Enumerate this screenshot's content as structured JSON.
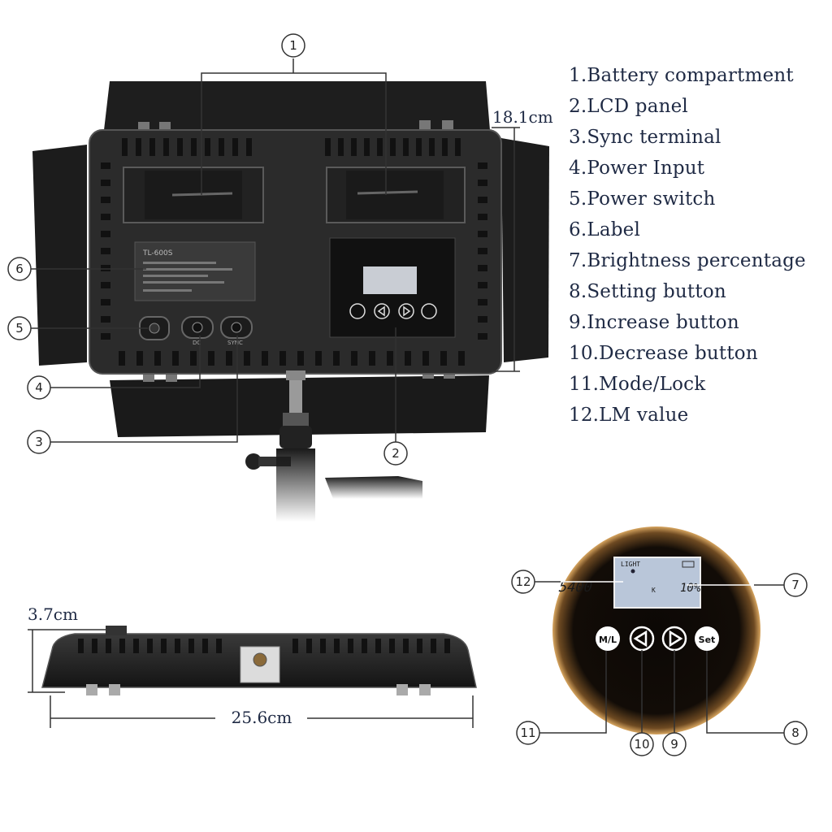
{
  "legend": [
    "1.Battery compartment",
    "2.LCD panel",
    "3.Sync terminal",
    "4.Power Input",
    "5.Power switch",
    "6.Label",
    "7.Brightness percentage",
    "8.Setting button",
    "9.Increase button",
    "10.Decrease button",
    "11.Mode/Lock",
    "12.LM value"
  ],
  "callouts": [
    "1",
    "2",
    "3",
    "4",
    "5",
    "6",
    "7",
    "8",
    "9",
    "10",
    "11",
    "12"
  ],
  "dimensions": {
    "height": "18.1cm",
    "depth": "3.7cm",
    "width": "25.6cm"
  },
  "device": {
    "model_label": "TL-600S",
    "port_dc": "DC",
    "port_sync": "SYNC"
  },
  "panel_buttons": [
    "M/L",
    "Set"
  ],
  "lcd": {
    "mode": "LIGHT",
    "lm_value": "5400",
    "lm_unit": "K",
    "brightness": "10%"
  },
  "colors": {
    "device_body": "#2a2a2a",
    "barn_door": "#1c1c1c",
    "lcd_background": "#b9c6d9",
    "text": "#1f2a44",
    "warm_glow": "#c98a3a"
  }
}
